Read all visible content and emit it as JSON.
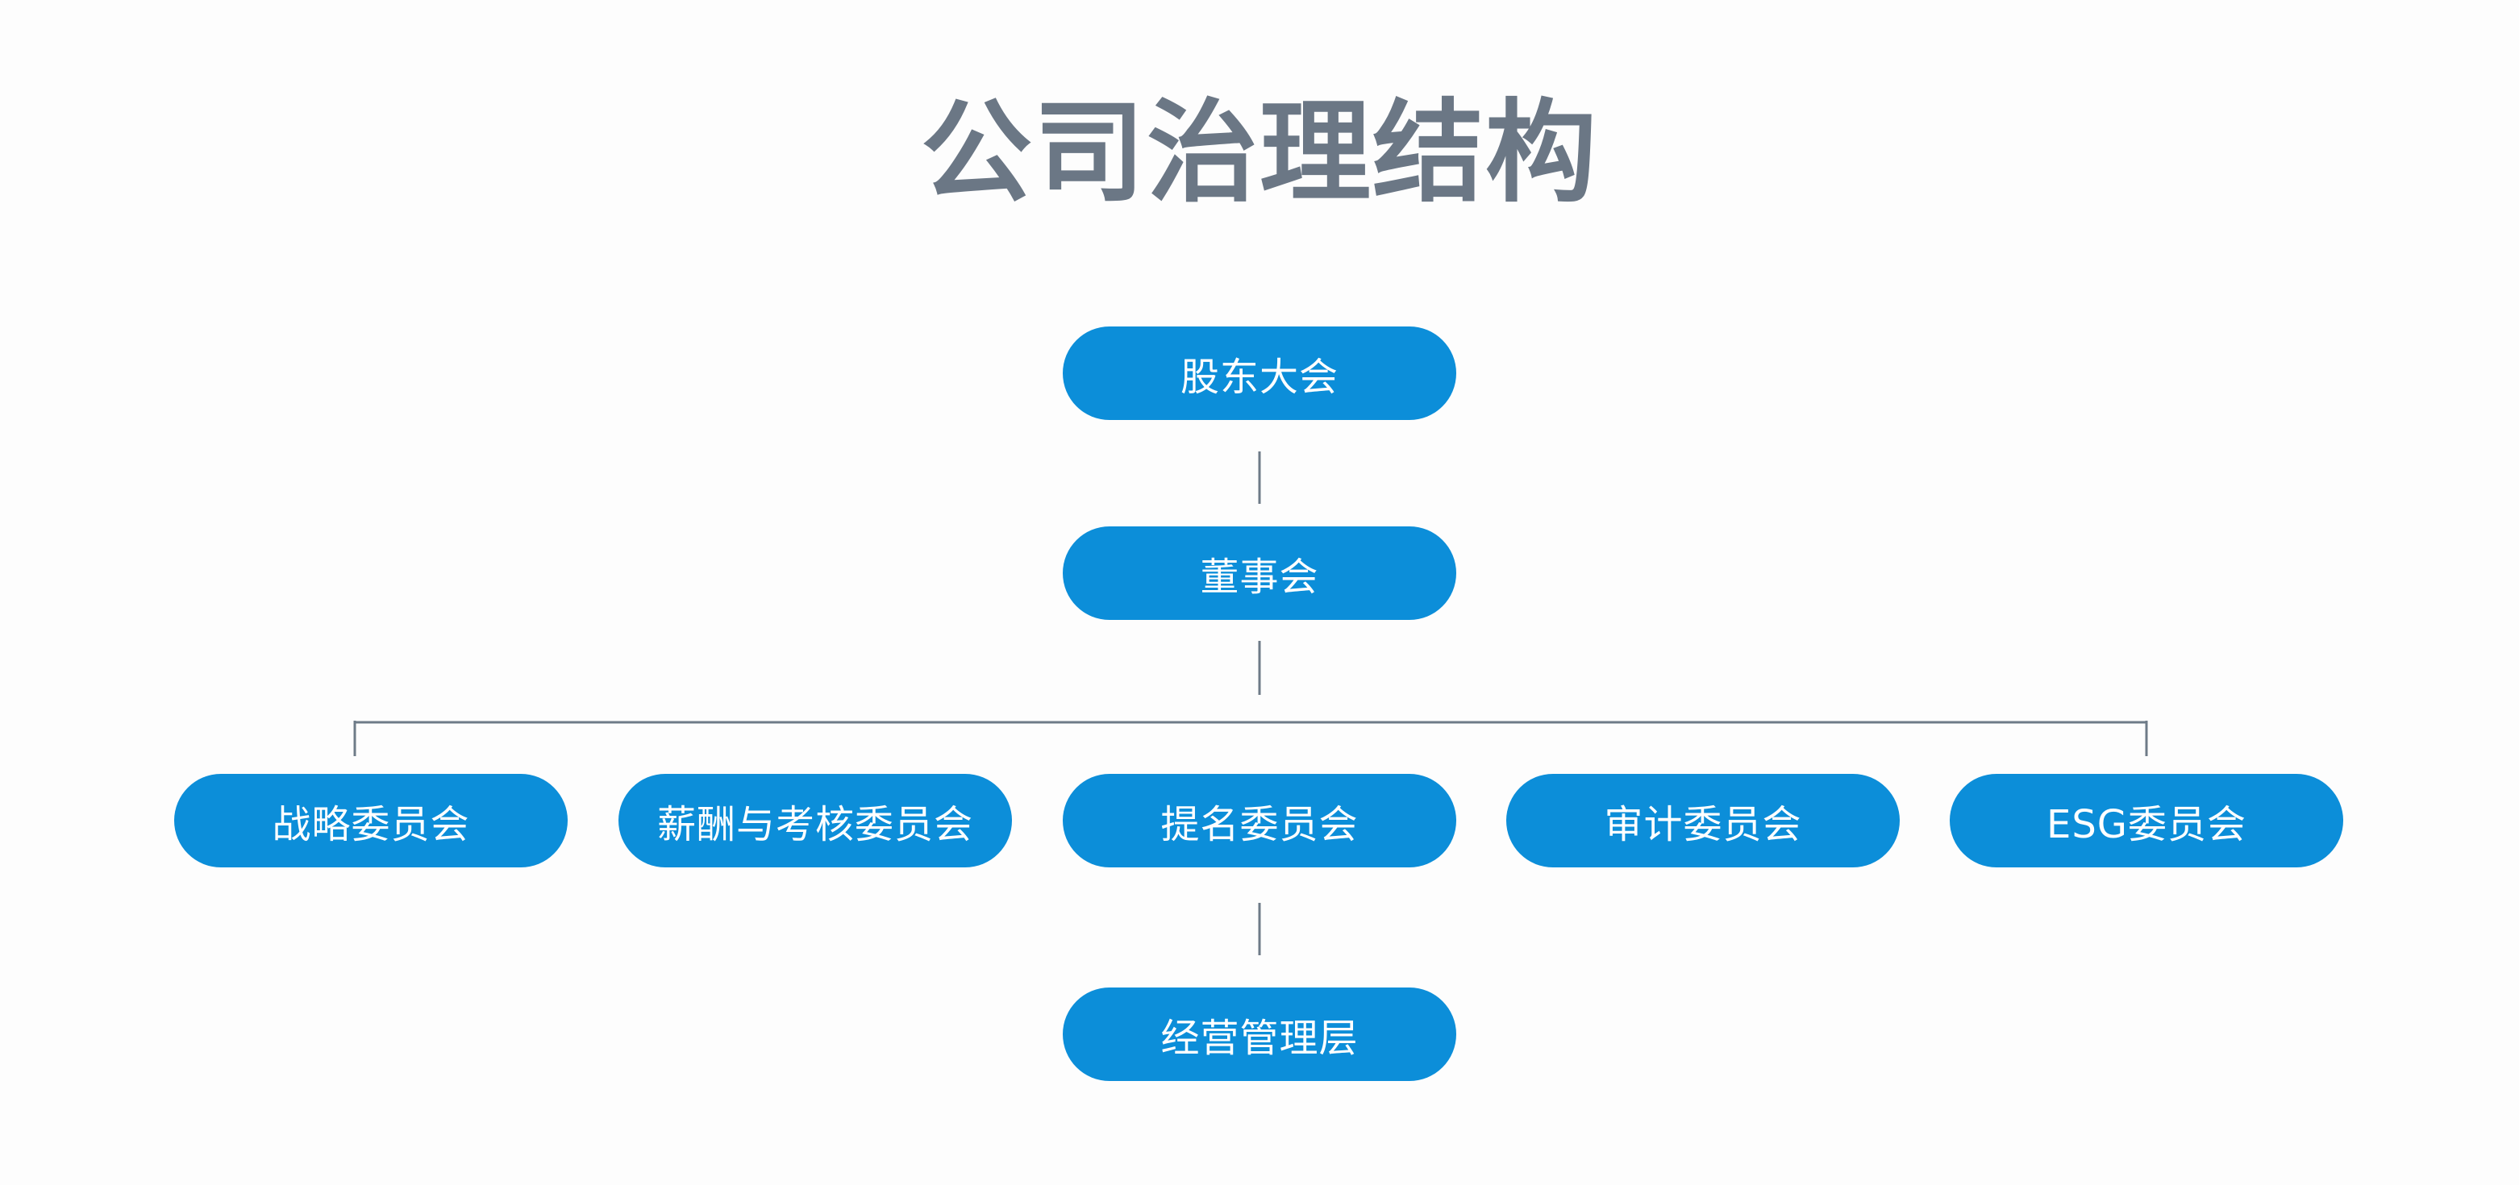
{
  "title": "公司治理结构",
  "nodes": {
    "shareholders": "股东大会",
    "board": "董事会",
    "committees": [
      "战略委员会",
      "薪酬与考核委员会",
      "提名委员会",
      "审计委员会",
      "ESG委员会"
    ],
    "management": "经营管理层"
  },
  "colors": {
    "title": "#6b7785",
    "node_fill": "#0c8ed9",
    "node_text": "#ffffff",
    "connector": "#6e7b88"
  }
}
